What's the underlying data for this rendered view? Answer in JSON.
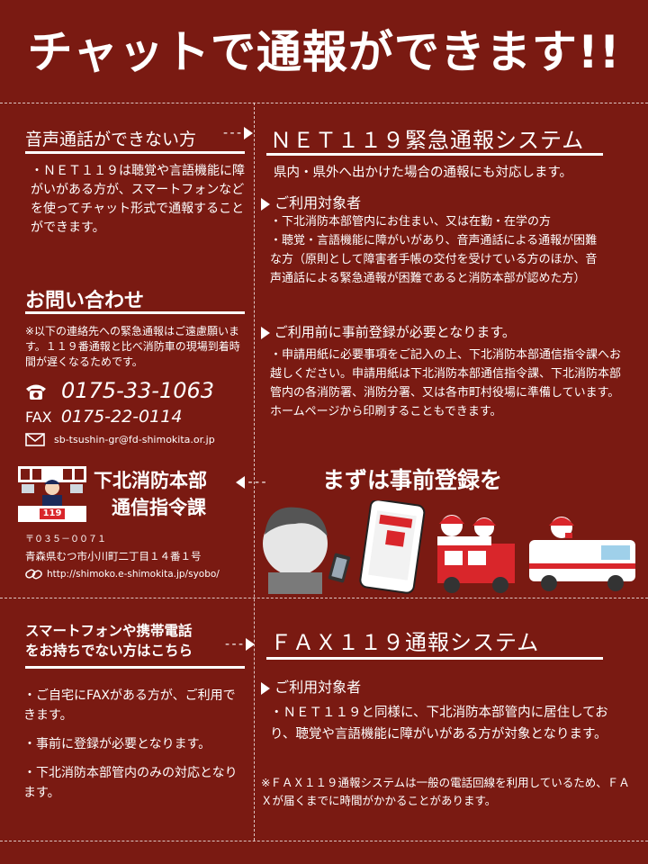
{
  "title": "チャットで通報ができます!!",
  "left_top": {
    "heading": "音声通話ができない方",
    "text": "・ＮＥＴ１１９は聴覚や言語機能に障がいがある方が、スマートフォンなどを使ってチャット形式で通報することができます。"
  },
  "net119": {
    "heading": "ＮＥＴ１１９緊急通報システム",
    "subtitle": "県内・県外へ出かけた場合の通報にも対応します。",
    "target_heading": "ご利用対象者",
    "target_items": [
      "・下北消防本部管内にお住まい、又は在勤・在学の方",
      "・聴覚・言語機能に障がいがあり、音声通話による通報が困難な方（原則として障害者手帳の交付を受けている方のほか、音声通話による緊急通報が困難であると消防本部が認めた方）"
    ],
    "register_heading": "ご利用前に事前登録が必要となります。",
    "register_text": "・申請用紙に必要事項をご記入の上、下北消防本部通信指令課へお越しください。申請用紙は下北消防本部通信指令課、下北消防本部管内の各消防署、消防分署、又は各市町村役場に準備しています。ホームページから印刷することもできます。"
  },
  "contact": {
    "heading": "お問い合わせ",
    "note": "※以下の連絡先への緊急通報はご遠慮願います。１１９番通報と比べ消防車の現場到着時間が遅くなるためです。",
    "tel": "0175-33-1063",
    "fax_label": "FAX",
    "fax": "0175-22-0114",
    "email": "sb-tsushin-gr@fd-shimokita.or.jp",
    "org_line1": "下北消防本部",
    "org_line2": "通信指令課",
    "badge": "119",
    "postal": "〒０３５－００７１",
    "address": "青森県むつ市小川町二丁目１４番１号",
    "url": "http://shimoko.e-shimokita.jp/syobo/"
  },
  "register_callout": "まずは事前登録を",
  "left_bottom": {
    "heading_line1": "スマートフォンや携帯電話",
    "heading_line2": "をお持ちでない方はこちら",
    "items": [
      "・ご自宅にFAXがある方が、ご利用できます。",
      "・事前に登録が必要となります。",
      "・下北消防本部管内のみの対応となります。"
    ]
  },
  "fax119": {
    "heading": "ＦＡＸ１１９通報システム",
    "target_heading": "ご利用対象者",
    "target_text": "・ＮＥＴ１１９と同様に、下北消防本部管内に居住しており、聴覚や言語機能に障がいがある方が対象となります。",
    "note": "※ＦＡＸ１１９通報システムは一般の電話回線を利用しているため、ＦＡＸが届くまでに時間がかかることがあります。"
  },
  "colors": {
    "background": "#7a1a12",
    "text": "#ffffff",
    "fire_red": "#d9262b"
  }
}
